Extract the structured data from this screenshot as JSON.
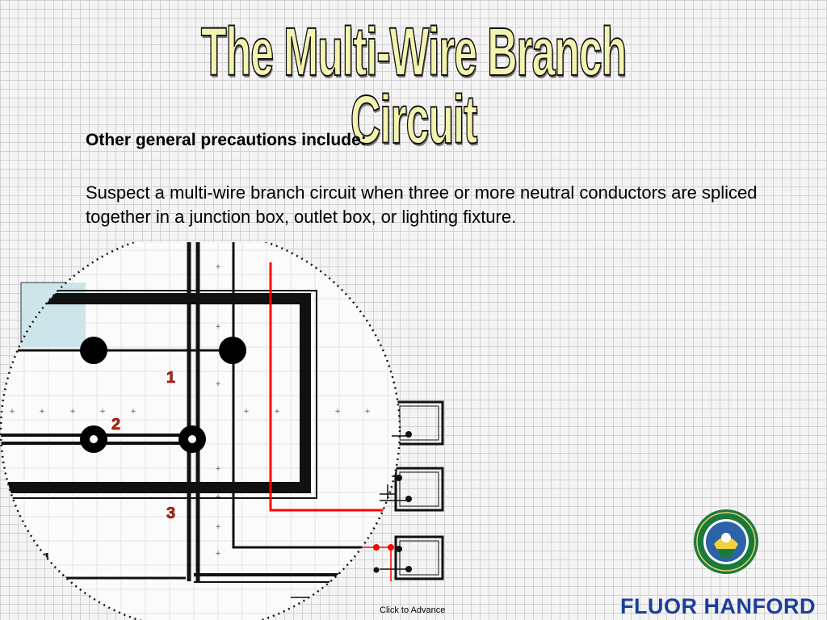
{
  "slide": {
    "title": "The Multi-Wire Branch Circuit",
    "heading": "Other general precautions include:",
    "body": "Suspect a multi-wire branch circuit when three or more neutral conductors are spliced together in a junction box, outlet box, or lighting fixture."
  },
  "diagram": {
    "callouts": [
      "1",
      "2",
      "3"
    ],
    "callout_color": "#cc2200",
    "hot_wire_color": "#ff0000"
  },
  "footer": {
    "advance_label": "Click to Advance",
    "brand": "FLUOR HANFORD",
    "brand_color": "#1c3f9a",
    "seal_icon": "doe-seal-icon"
  }
}
